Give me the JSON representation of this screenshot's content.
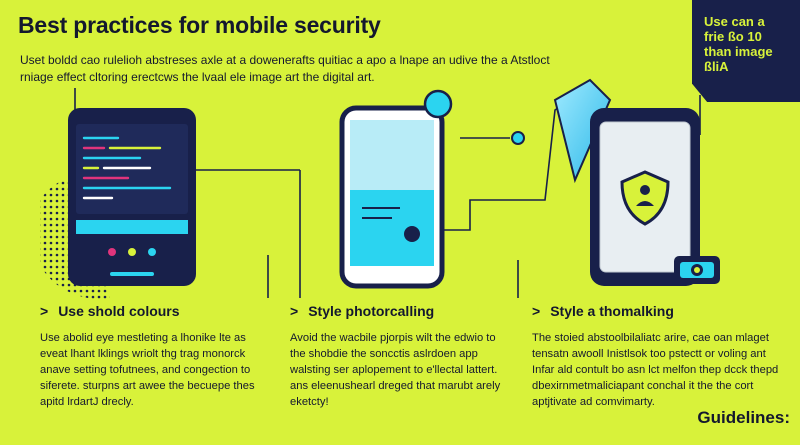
{
  "page": {
    "title": "Best practices for mobile security",
    "subtitle": "Uset boldd cao rulelioh abstreses axle at a dowenerafts quitiac a apo a lnape an udive the a Atstloct rniage effect cltoring erectcws the lvaal ele image art the digital art."
  },
  "badge": {
    "line1": "Use can a",
    "line2": "frie  ßo 10",
    "line3": "than image",
    "line4": "ßliA"
  },
  "columns": [
    {
      "heading": "Use shold colours",
      "body": "Use abolid eye mestleting a lhonike lte as eveat lhant lklings wriolt thg trag monorck anave setting tofutnees, and congection to siferete. sturpns art awee the becuepe thes apitd lrdartJ drecly."
    },
    {
      "heading": "Style photorcalling",
      "body": "Avoid the wacbile pjorpis wilt the edwio to the shobdie the soncctis aslrdoen app walsting ser aplopement to e'llectal lattert. ans eleenushearl dreged that marubt arely eketcty!"
    },
    {
      "heading": "Style a thomalking",
      "body": "The stoied abstoolbilaliatc arire, cae oan mlaget tensatn awooll Inistlsok too pstectt or voling ant Infar ald contult bo asn lct melfon thep dcck thepd dbexirnmetmaliciapant conchal it the the cort aptjtivate ad comvimarty."
    }
  ],
  "footer": {
    "guidelines": "Guidelines:"
  },
  "colors": {
    "background": "#d8f23a",
    "navy": "#18204a",
    "cyan": "#2bd4f0",
    "magenta": "#e0347c"
  }
}
